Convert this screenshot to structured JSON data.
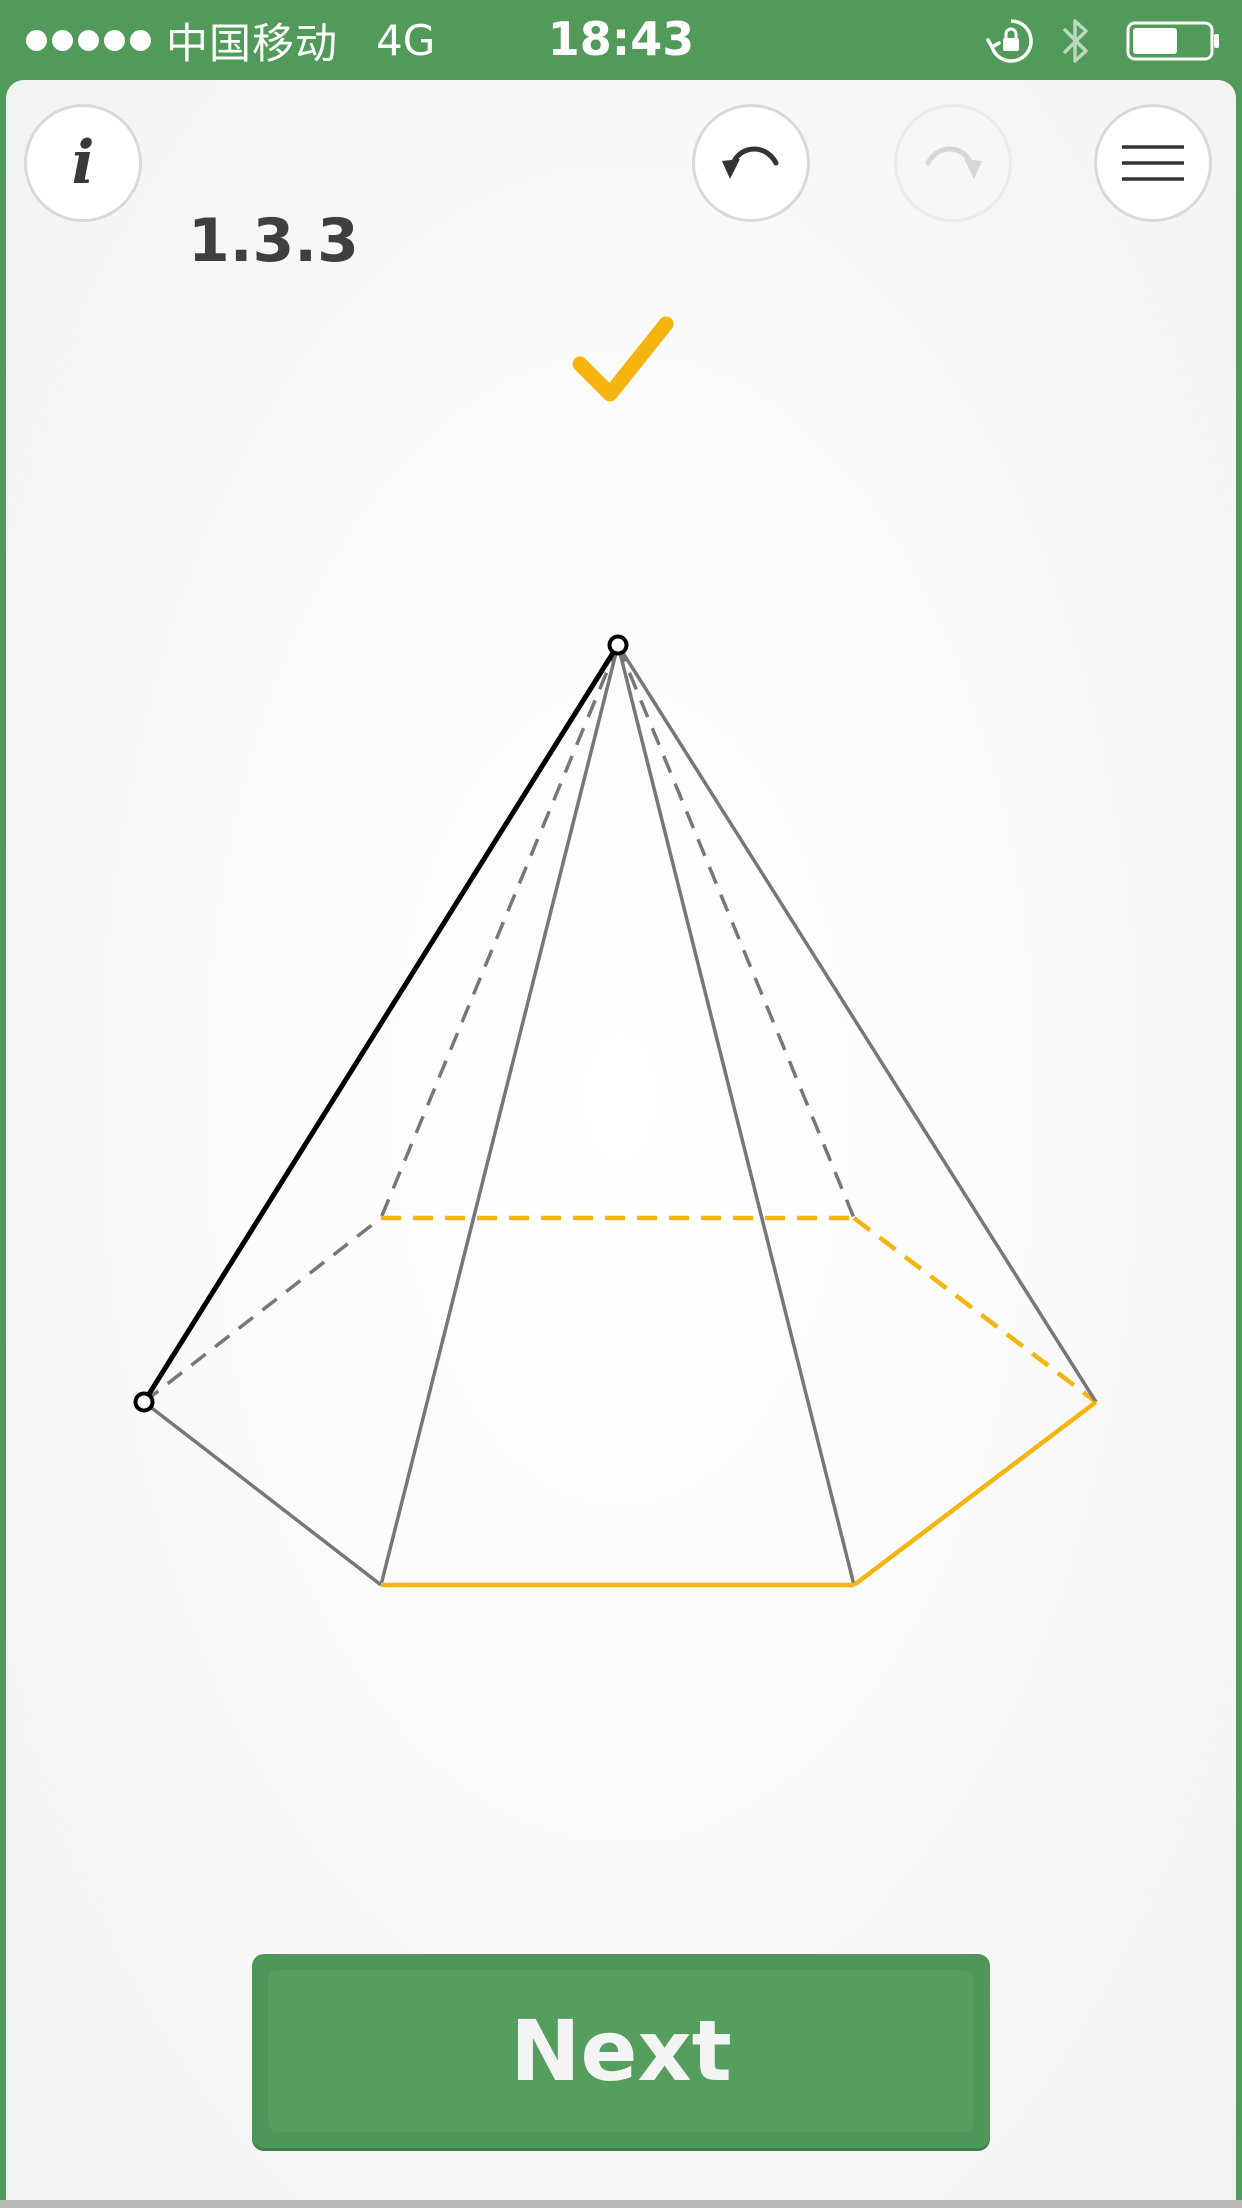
{
  "status_bar": {
    "signal_dots": 5,
    "carrier": "中国移动",
    "network": "4G",
    "time": "18:43",
    "icons": [
      "rotation-lock-icon",
      "bluetooth-icon",
      "battery-icon"
    ],
    "battery_level": 0.55
  },
  "toolbar": {
    "info_icon": "info-icon",
    "level": "1.3.3",
    "undo_icon": "undo-icon",
    "redo_icon": "redo-icon",
    "menu_icon": "hamburger-menu-icon"
  },
  "status": {
    "solved_icon": "checkmark-icon"
  },
  "colors": {
    "accent_green": "#529a5a",
    "highlight_yellow": "#f6b40f",
    "edge_gray": "#777777",
    "edge_black": "#000000"
  },
  "next_button": {
    "label": "Next"
  }
}
